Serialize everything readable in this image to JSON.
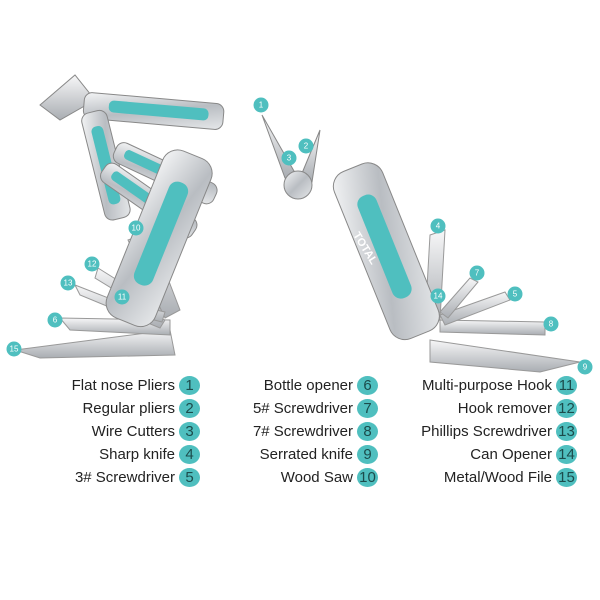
{
  "brand_label": "TOTAL",
  "accent_color": "#4fbfbf",
  "legend": [
    {
      "num": "1",
      "label": "Flat nose Pliers"
    },
    {
      "num": "2",
      "label": "Regular pliers"
    },
    {
      "num": "3",
      "label": "Wire Cutters"
    },
    {
      "num": "4",
      "label": "Sharp knife"
    },
    {
      "num": "5",
      "label": "3# Screwdriver"
    },
    {
      "num": "6",
      "label": "Bottle opener"
    },
    {
      "num": "7",
      "label": "5# Screwdriver"
    },
    {
      "num": "8",
      "label": "7# Screwdriver"
    },
    {
      "num": "9",
      "label": "Serrated knife"
    },
    {
      "num": "10",
      "label": "Wood Saw"
    },
    {
      "num": "11",
      "label": "Multi-purpose Hook"
    },
    {
      "num": "12",
      "label": "Hook remover"
    },
    {
      "num": "13",
      "label": "Phillips Screwdriver"
    },
    {
      "num": "14",
      "label": "Can Opener"
    },
    {
      "num": "15",
      "label": "Metal/Wood File"
    }
  ]
}
